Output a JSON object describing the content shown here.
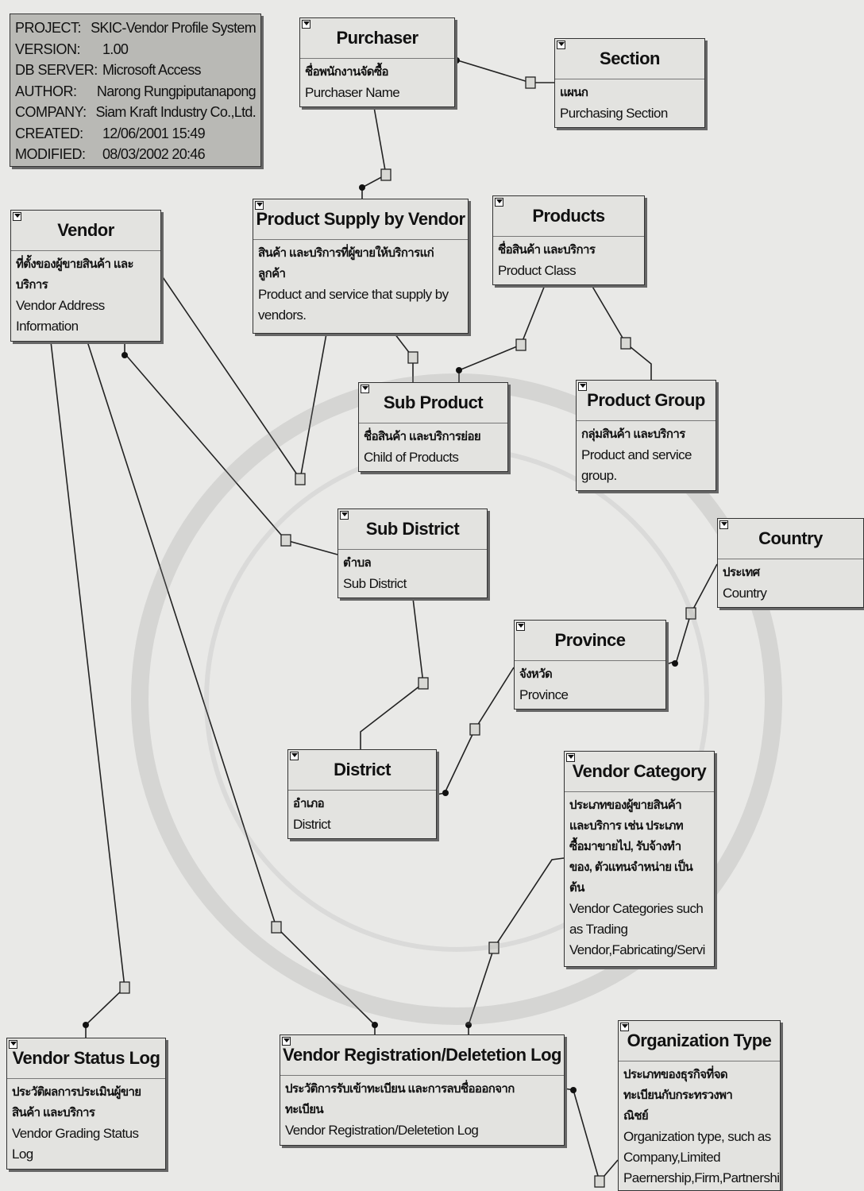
{
  "project_info": [
    {
      "key": "PROJECT:",
      "value": "SKIC-Vendor Profile System"
    },
    {
      "key": "VERSION:",
      "value": "1.00"
    },
    {
      "key": "DB SERVER:",
      "value": "Microsoft Access"
    },
    {
      "key": "AUTHOR:",
      "value": "Narong Rungpiputanapong"
    },
    {
      "key": "COMPANY:",
      "value": "Siam Kraft Industry Co.,Ltd."
    },
    {
      "key": "CREATED:",
      "value": "12/06/2001 15:49"
    },
    {
      "key": "MODIFIED:",
      "value": "08/03/2002 20:46"
    }
  ],
  "entities": {
    "purchaser": {
      "title": "Purchaser",
      "lines": [
        "ชื่อพนักงานจัดซื้อ",
        "Purchaser Name"
      ]
    },
    "section": {
      "title": "Section",
      "lines": [
        "แผนก",
        "Purchasing Section"
      ]
    },
    "vendor": {
      "title": "Vendor",
      "lines": [
        "ที่ตั้งของผู้ขายสินค้า และ",
        "บริการ",
        "Vendor Address",
        "Information"
      ]
    },
    "product_supply": {
      "title": "Product Supply by Vendor",
      "lines": [
        "สินค้า และบริการที่ผู้ขายให้บริการแก่",
        "ลูกค้า",
        "Product and service that supply by",
        "vendors."
      ]
    },
    "products": {
      "title": "Products",
      "lines": [
        "ชื่อสินค้า และบริการ",
        "Product Class"
      ]
    },
    "sub_product": {
      "title": "Sub Product",
      "lines": [
        "ชื่อสินค้า และบริการย่อย",
        "Child of Products"
      ]
    },
    "product_group": {
      "title": "Product Group",
      "lines": [
        "กลุ่มสินค้า และบริการ",
        "Product and service",
        "group."
      ]
    },
    "sub_district": {
      "title": "Sub District",
      "lines": [
        "ตำบล",
        "Sub District"
      ]
    },
    "country": {
      "title": "Country",
      "lines": [
        "ประเทศ",
        "Country"
      ]
    },
    "province": {
      "title": "Province",
      "lines": [
        "จังหวัด",
        "Province"
      ]
    },
    "district": {
      "title": "District",
      "lines": [
        "อำเภอ",
        "District"
      ]
    },
    "vendor_category": {
      "title": "Vendor Category",
      "lines": [
        "ประเภทของผู้ขายสินค้า",
        "และบริการ เช่น ประเภท",
        "ซื้อมาขายไป, รับจ้างทำ",
        "ของ, ตัวแทนจำหน่าย เป็น",
        "ต้น",
        "Vendor Categories such",
        "as Trading",
        "Vendor,Fabricating/Servi"
      ]
    },
    "vendor_status_log": {
      "title": "Vendor Status Log",
      "lines": [
        "ประวัติผลการประเมินผู้ขาย",
        "สินค้า และบริการ",
        "Vendor Grading Status",
        "Log"
      ]
    },
    "vendor_reg_log": {
      "title": "Vendor Registration/Deletetion Log",
      "lines": [
        "ประวัติการรับเข้าทะเบียน และการลบชื่อออกจาก",
        "ทะเบียน",
        "Vendor Registration/Deletetion Log"
      ]
    },
    "organization_type": {
      "title": "Organization Type",
      "lines": [
        "ประเภทของธุรกิจที่จด",
        "ทะเบียนกับกระทรวงพา",
        "ณิชย์",
        "Organization type, such as",
        "Company,Limited",
        "Paernership,Firm,Partnershi"
      ]
    }
  }
}
